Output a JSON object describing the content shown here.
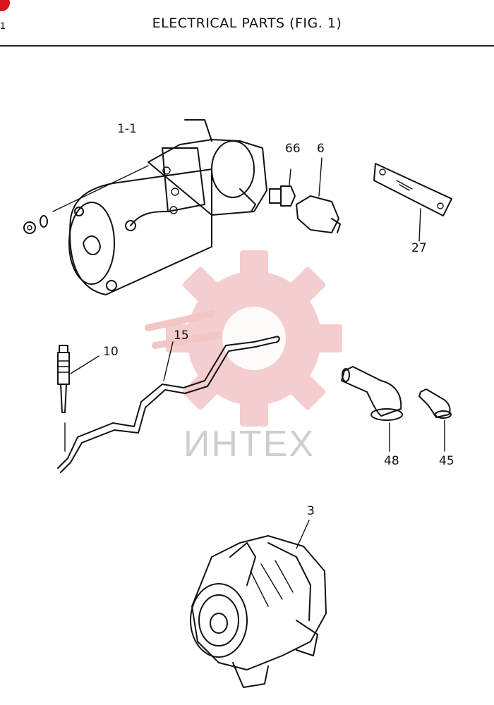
{
  "header": {
    "title": "ELECTRICAL PARTS (FIG. 1)",
    "fig_tab": "1"
  },
  "watermark": {
    "text": "ИНТЕХ",
    "gear_color": "#f2c3c3"
  },
  "callouts": {
    "starter_solenoid": "1-1",
    "bolt": "66",
    "oil_pressure_switch": "6",
    "label_plate": "27",
    "glow_plug": "10",
    "wire_harness": "15",
    "boot_large": "48",
    "boot_small": "45",
    "alternator": "3"
  },
  "colors": {
    "brand_red": "#d8141e",
    "line": "#111111"
  }
}
